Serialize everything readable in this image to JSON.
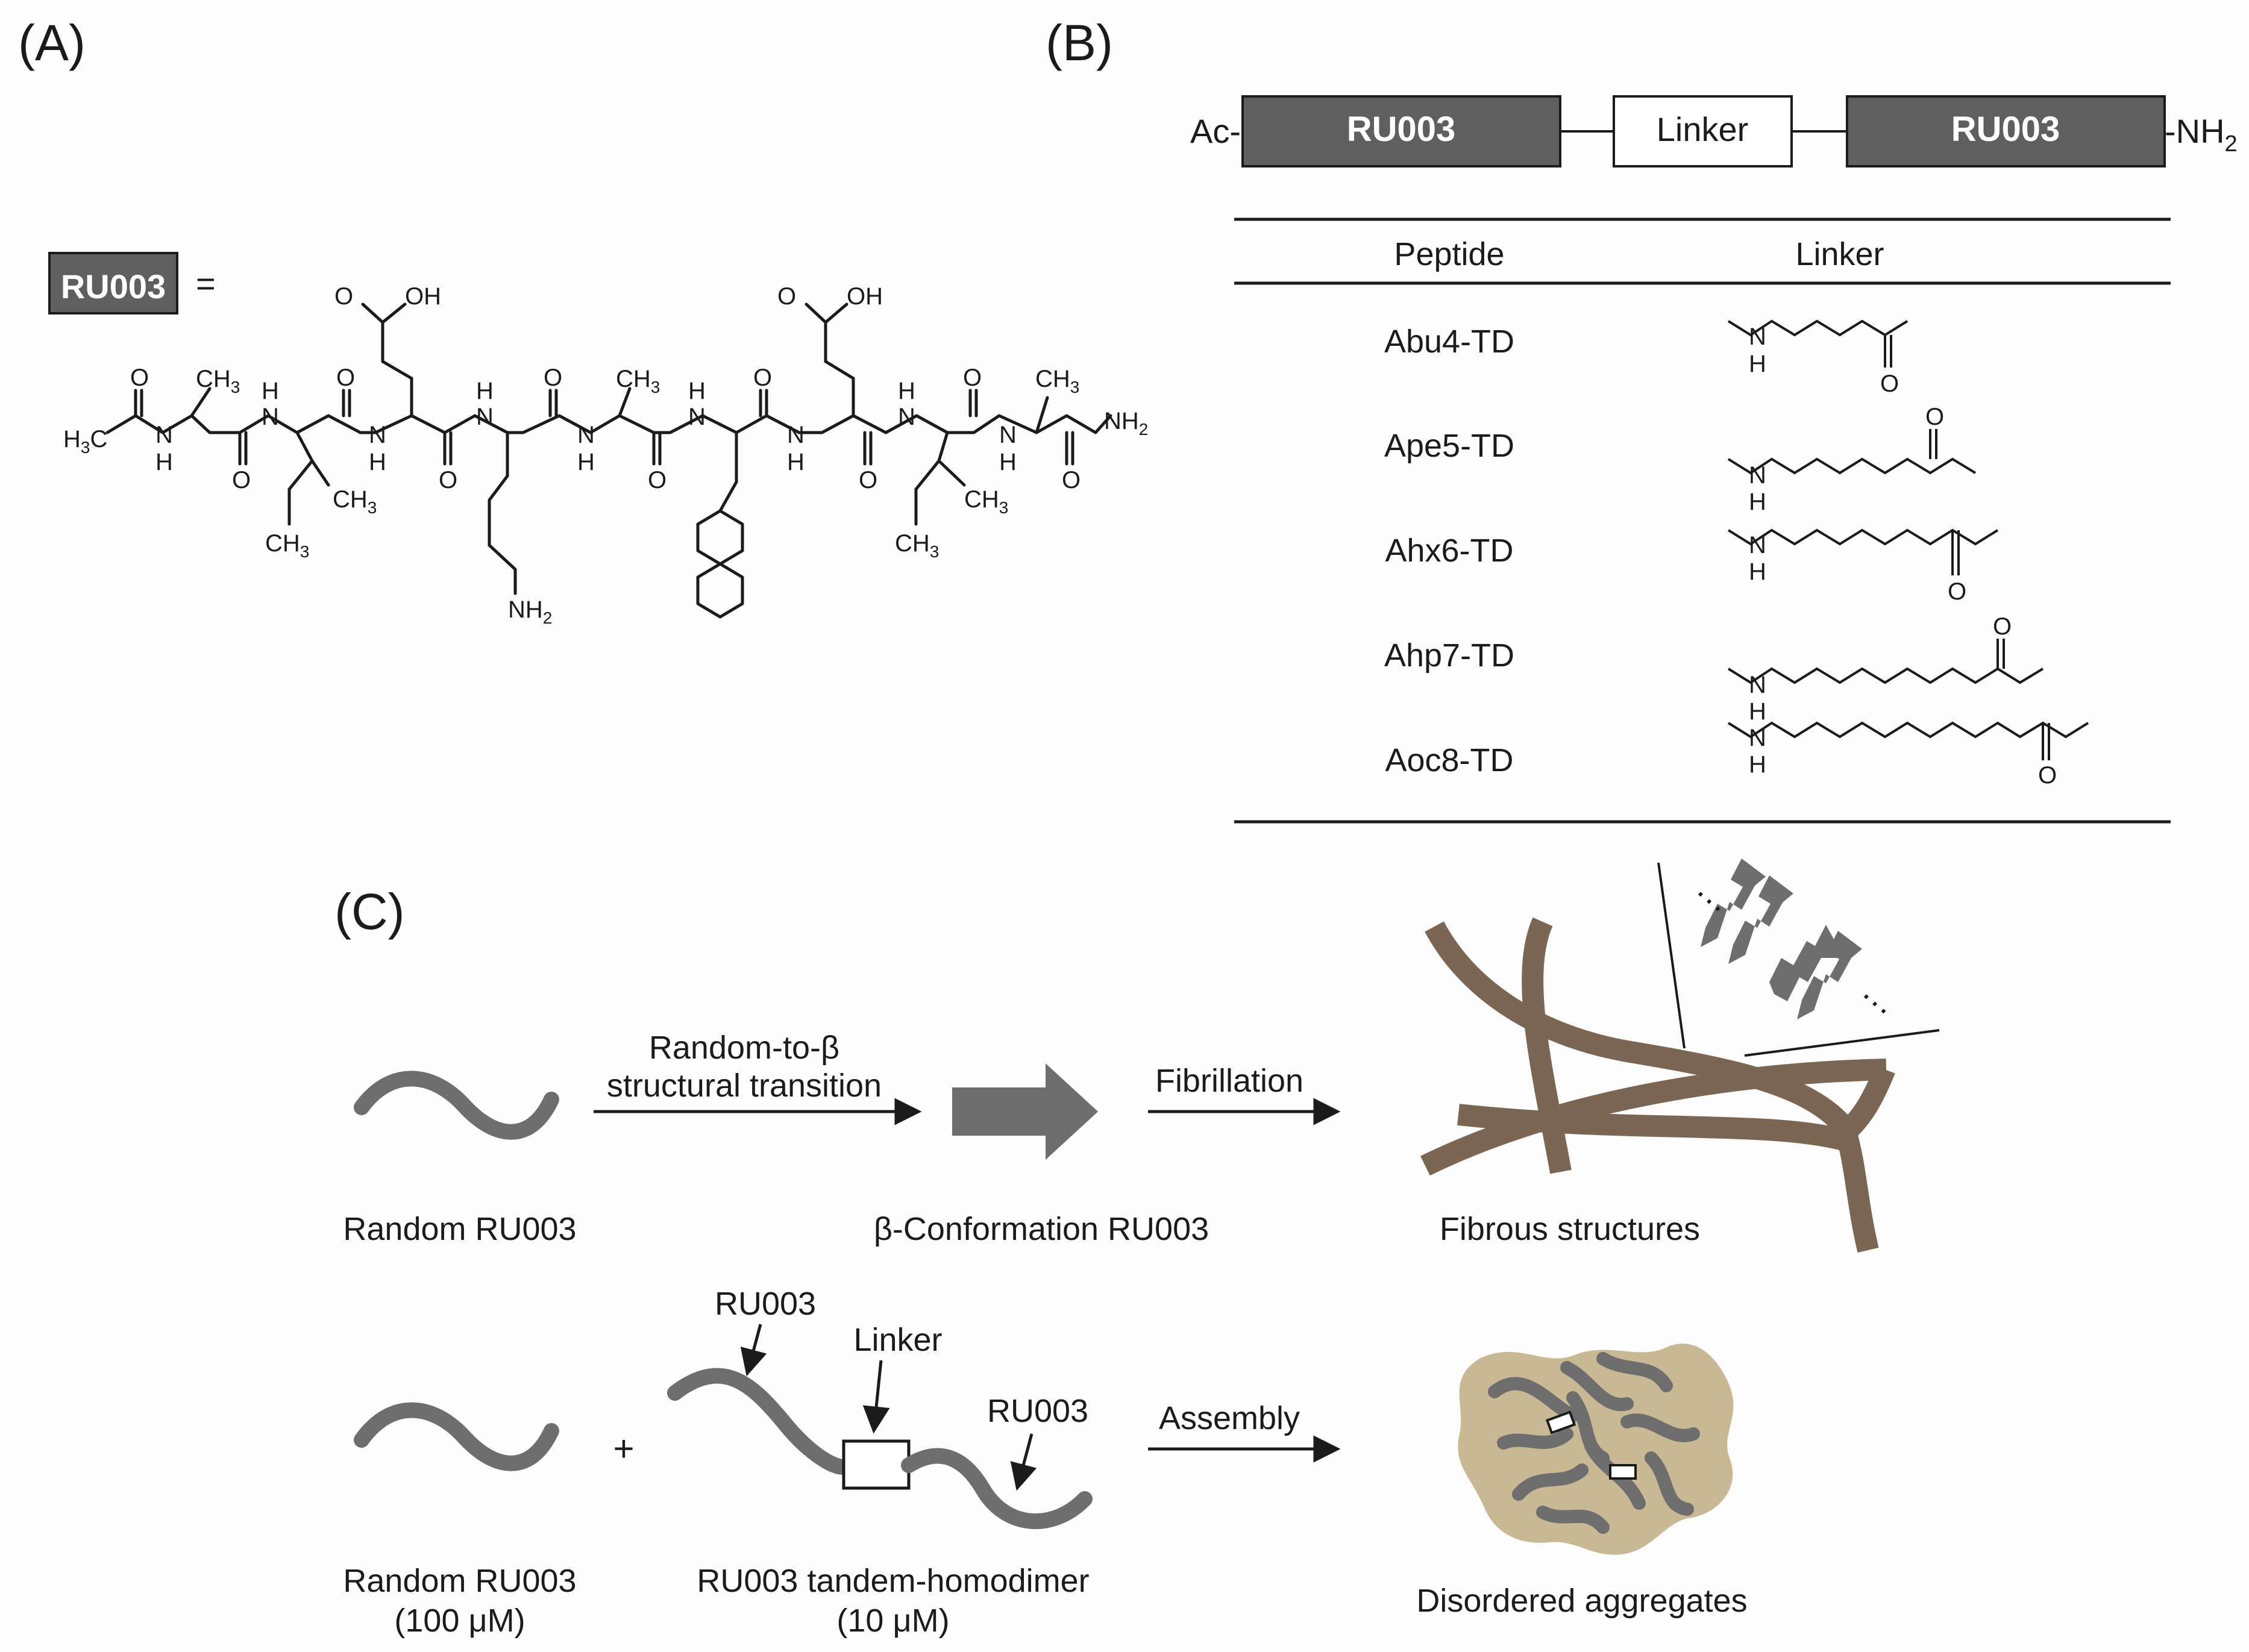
{
  "panels": {
    "a": {
      "label": "(A)",
      "box_label": "RU003",
      "equals": "="
    },
    "b": {
      "label": "(B)",
      "construct": {
        "n_term": "Ac-",
        "seg1": "RU003",
        "linker": "Linker",
        "seg2": "RU003",
        "c_term": "-NH",
        "c_term_sub": "2"
      },
      "table": {
        "headers": [
          "Peptide",
          "Linker"
        ],
        "rows": [
          {
            "peptide": "Abu4-TD",
            "carbons": 4
          },
          {
            "peptide": "Ape5-TD",
            "carbons": 5
          },
          {
            "peptide": "Ahx6-TD",
            "carbons": 6
          },
          {
            "peptide": "Ahp7-TD",
            "carbons": 7
          },
          {
            "peptide": "Aoc8-TD",
            "carbons": 8
          }
        ]
      }
    },
    "c": {
      "label": "(C)",
      "row1": {
        "start_label": "Random RU003",
        "arrow1_label_line1": "Random-to-β",
        "arrow1_label_line2": "structural transition",
        "mid_label": "β-Conformation RU003",
        "arrow2_label": "Fibrillation",
        "end_label": "Fibrous structures"
      },
      "row2": {
        "start_label_line1": "Random RU003",
        "start_label_line2": "(100 μM)",
        "plus": "+",
        "callout_left": "RU003",
        "callout_linker": "Linker",
        "callout_right": "RU003",
        "dimer_label_line1": "RU003 tandem-homodimer",
        "dimer_label_line2": "(10 μM)",
        "arrow_label": "Assembly",
        "end_label": "Disordered aggregates"
      }
    }
  },
  "chem_labels": {
    "h3c": "H",
    "h3c_sub": "3",
    "c": "C",
    "ch3": "CH",
    "ch3_sub": "3",
    "nh2": "NH",
    "nh2_sub": "2",
    "o": "O",
    "oh": "OH",
    "n": "N",
    "h": "H"
  },
  "colors": {
    "dark_gray": "#5f5f5f",
    "peptide_gray": "#6e6e6e",
    "fiber_brown": "#7a6652",
    "aggregate_tan": "#c9b894",
    "line": "#1b1b1b"
  }
}
